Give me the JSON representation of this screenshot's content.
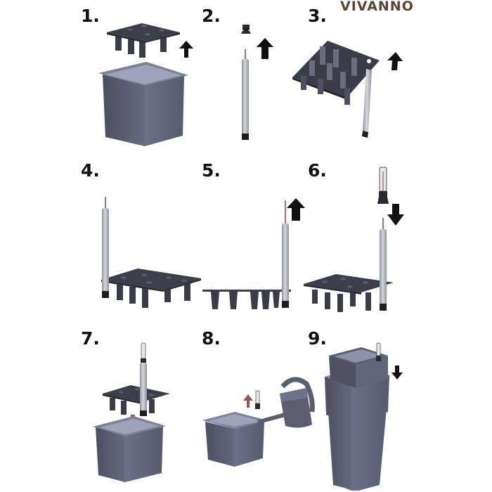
{
  "brand": "VIVANNO",
  "steps": [
    {
      "number": "1."
    },
    {
      "number": "2."
    },
    {
      "number": "3."
    },
    {
      "number": "4."
    },
    {
      "number": "5."
    },
    {
      "number": "6."
    },
    {
      "number": "7."
    },
    {
      "number": "8."
    },
    {
      "number": "9."
    }
  ],
  "colors": {
    "pot": "#5c5e70",
    "pot_inner": "#8f93aa",
    "grid": "#3c3e4a",
    "tube": "#b9bcc5",
    "arrow": "#111111",
    "arrow_red": "#9e5454",
    "brand": "#5a4633"
  }
}
